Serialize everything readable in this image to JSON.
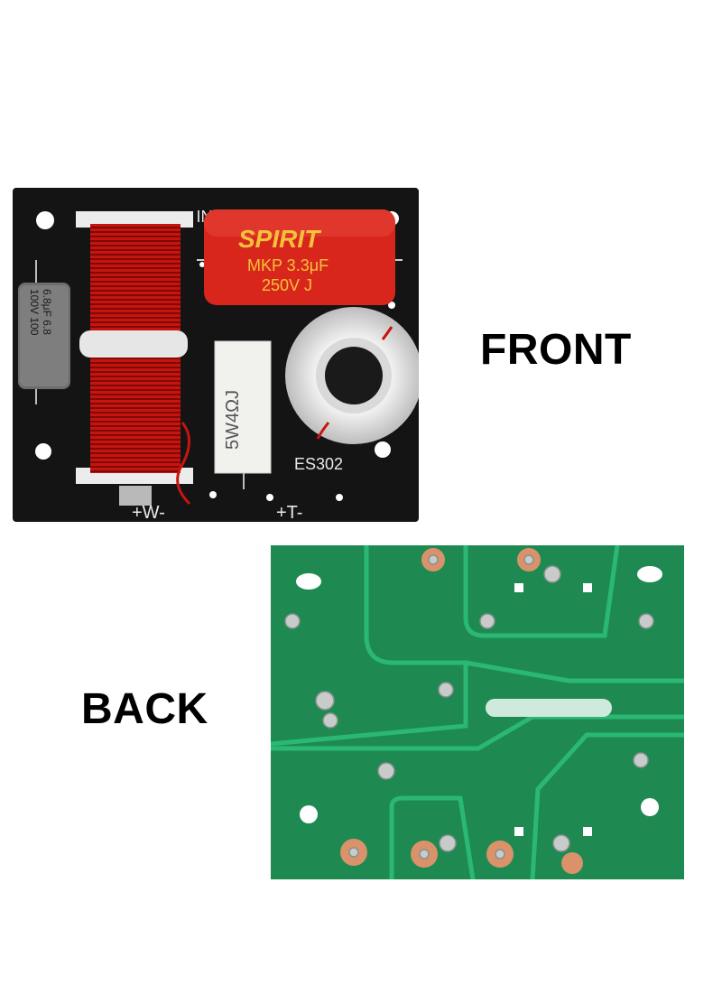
{
  "labels": {
    "front": "FRONT",
    "back": "BACK"
  },
  "front_board": {
    "silkscreen_in": "+ IN -",
    "silkscreen_w": "+W-",
    "silkscreen_t": "+T-",
    "model": "ES302",
    "capacitor_brand": "SPIRIT",
    "capacitor_spec_1": "MKP 3.3μF",
    "capacitor_spec_2": "250V J",
    "resistor_text": "5W4ΩJ",
    "small_cap_line_1": "6.8μF 6.8",
    "small_cap_line_2": "100V 100"
  },
  "colors": {
    "board_black": "#141414",
    "coil_red": "#c8140f",
    "capacitor_red": "#d9261c",
    "pcb_green": "#1e8a52",
    "pcb_trace": "#2ab874",
    "copper_pad": "#d9926a"
  }
}
